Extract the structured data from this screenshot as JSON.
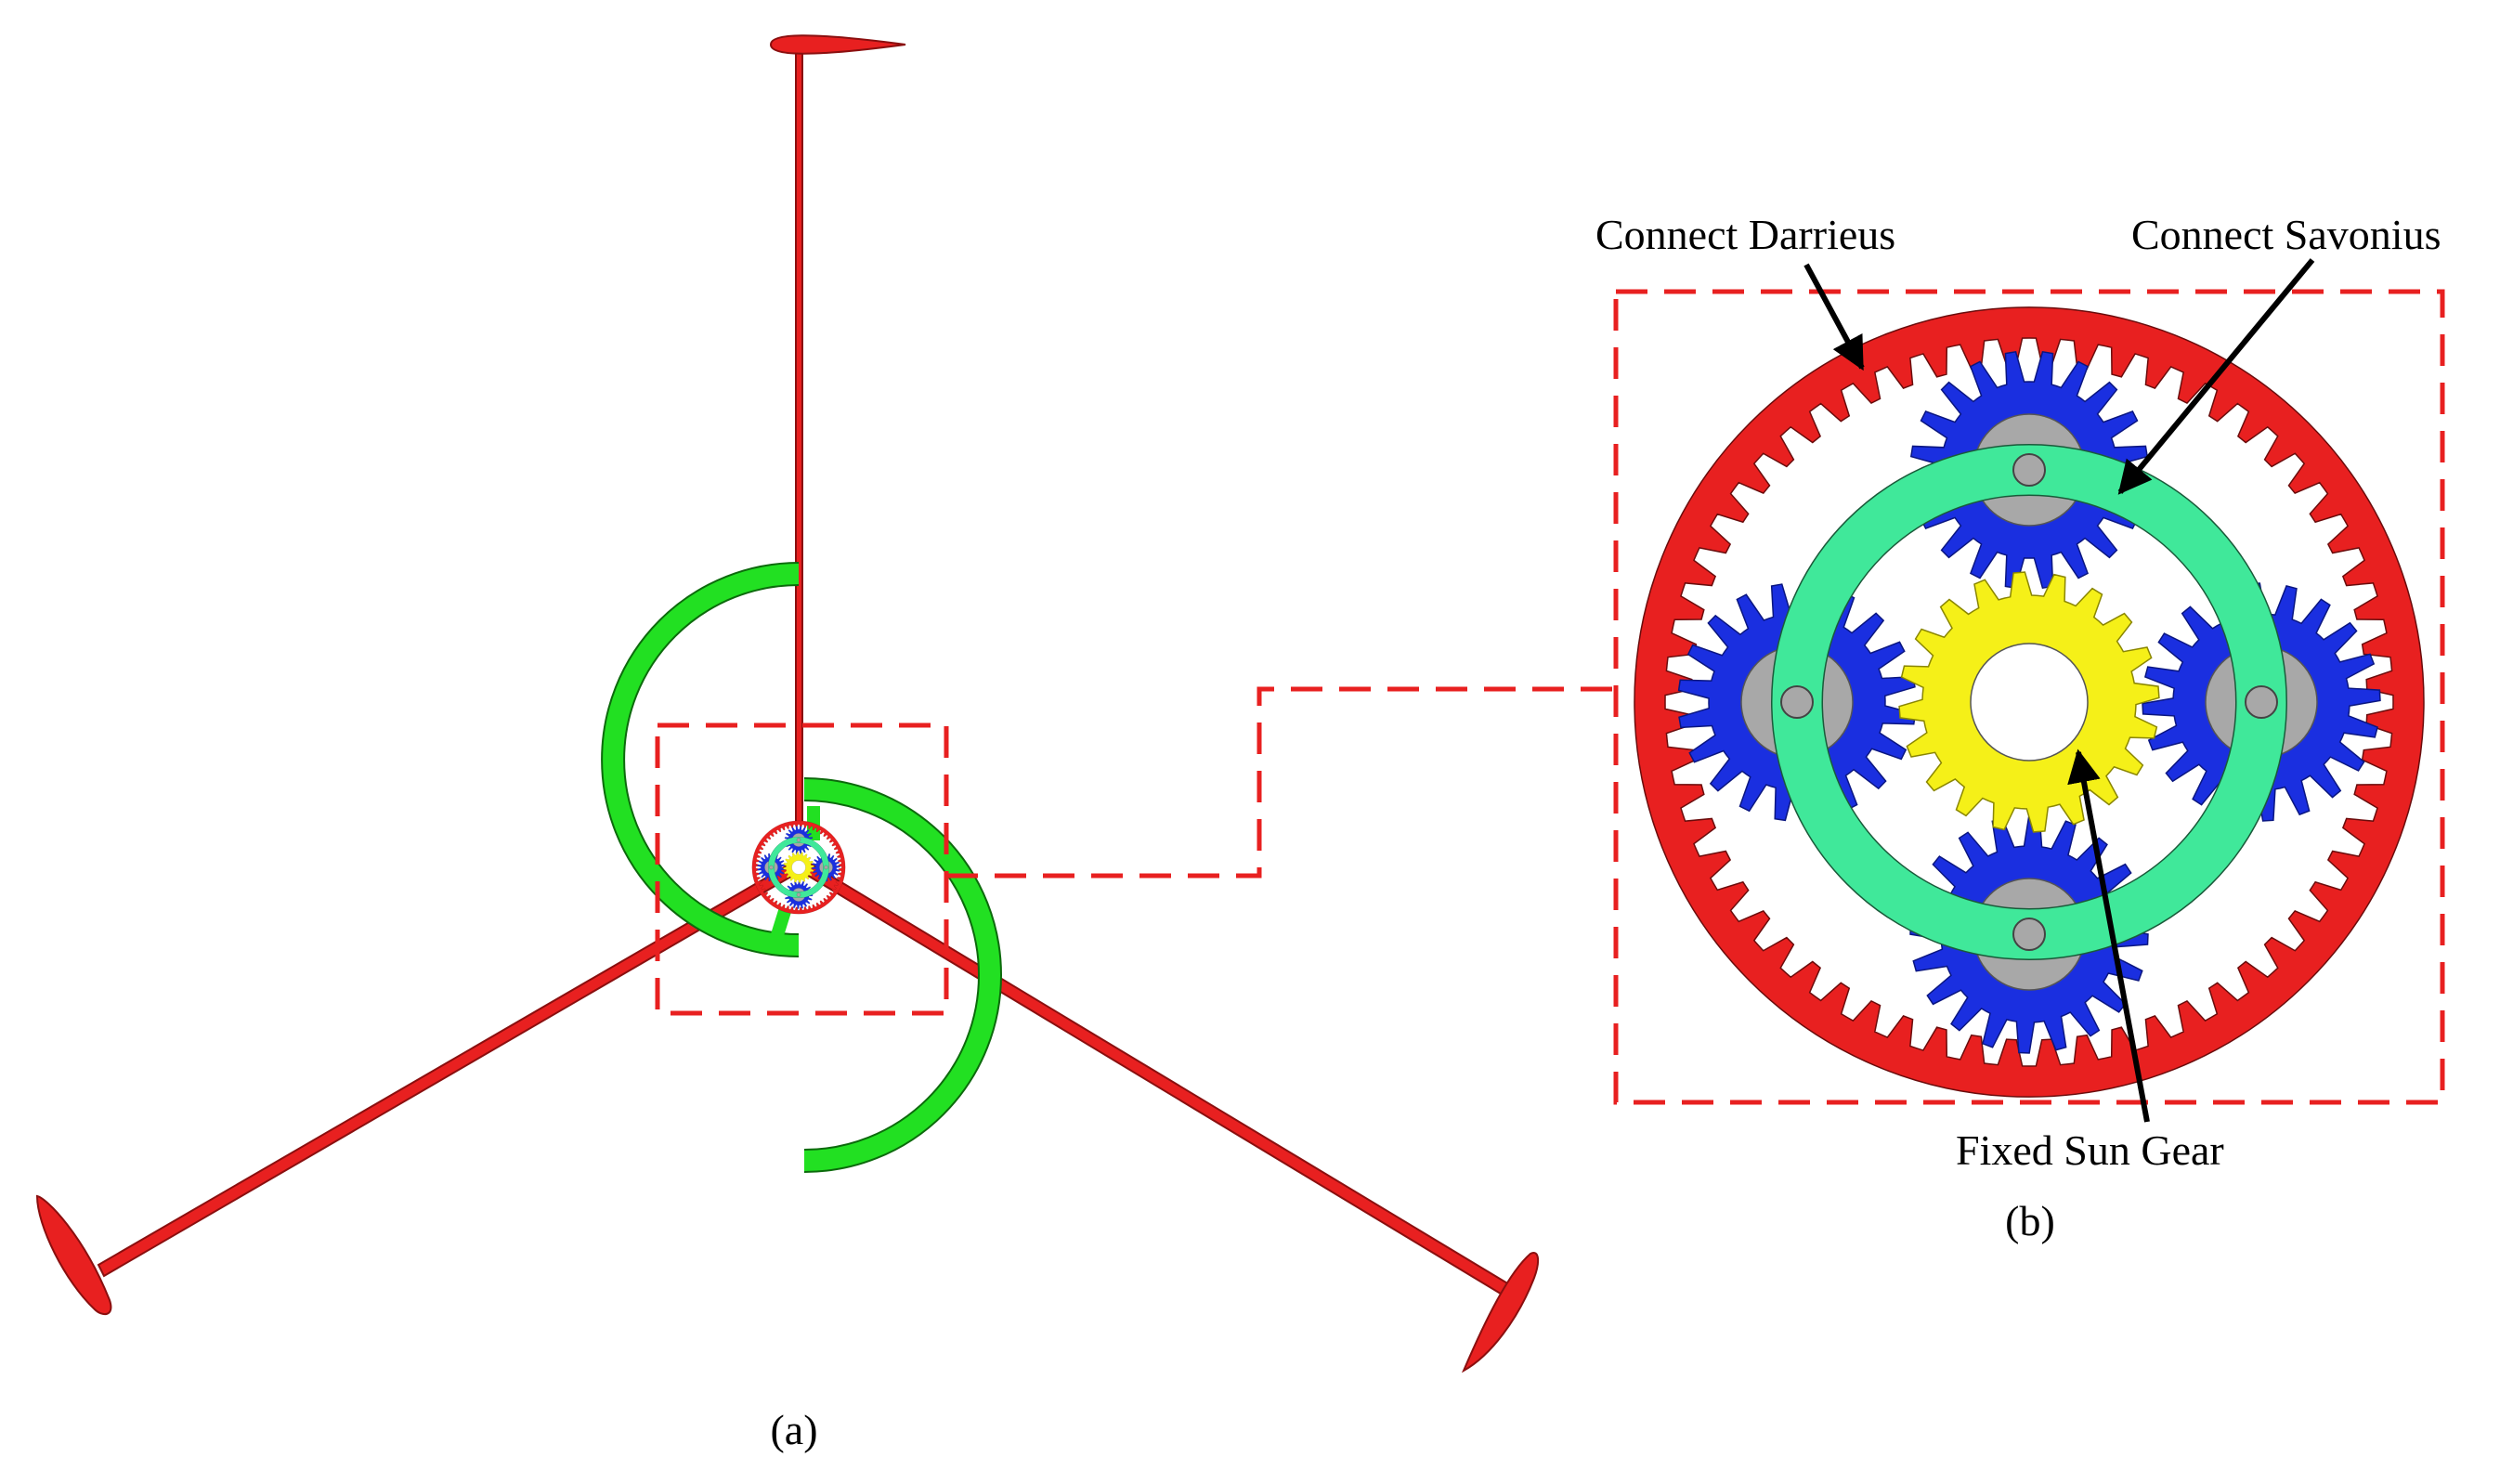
{
  "labels": {
    "panel_a": "(a)",
    "panel_b": "(b)",
    "connect_darrieus": "Connect Darrieus",
    "connect_savonius": "Connect Savonius",
    "fixed_sun_gear": "Fixed Sun Gear"
  },
  "colors": {
    "darrieus_red": "#e82020",
    "savonius_green": "#22e022",
    "carrier_green": "#40e89a",
    "planet_blue": "#1a2fe0",
    "sun_yellow": "#f5f018",
    "hub_gray": "#a8a8a8",
    "callout_dash": "#e82020",
    "arrow_black": "#000000"
  },
  "gearbox": {
    "ring_teeth": 60,
    "planet_teeth": 20,
    "sun_teeth": 20,
    "planet_count": 4
  }
}
